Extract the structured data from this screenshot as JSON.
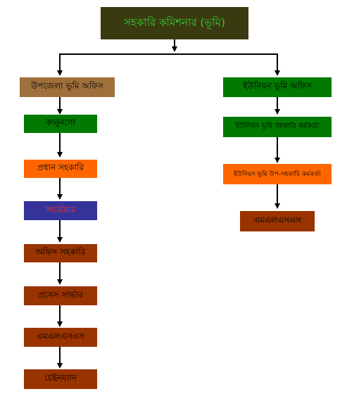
{
  "colors": {
    "dark_olive": "#3a3a10",
    "green": "#007a00",
    "brown_tan": "#a0703c",
    "orange": "#ff6600",
    "blue": "#333399",
    "dark_red": "#993300",
    "title_text": "#33cc33",
    "red_text": "#ff3333"
  },
  "top": {
    "label": "সহকারি কমিশনার (ভূমি)"
  },
  "left_chain": [
    {
      "label": "উপজেলা ভূমি অফিস"
    },
    {
      "label": "কানুনগো"
    },
    {
      "label": "প্রধান সহকারি"
    },
    {
      "label": "সার্ভেয়ার"
    },
    {
      "label": "অফিস সহকারি"
    },
    {
      "label": "প্রসেস সার্ভার"
    },
    {
      "label": "এমএলএসএস"
    },
    {
      "label": "চেইনম্যান"
    }
  ],
  "right_chain": [
    {
      "label": "ইউনিয়ন ভূমি অফিস"
    },
    {
      "label": "ইউনিয়ন ভূমি সহকারি কর্মকর্তা"
    },
    {
      "label": "ইউনিয়ন ভূমি উপ-সহকারি কর্মকর্তা"
    },
    {
      "label": "এমএলএসএস"
    }
  ]
}
